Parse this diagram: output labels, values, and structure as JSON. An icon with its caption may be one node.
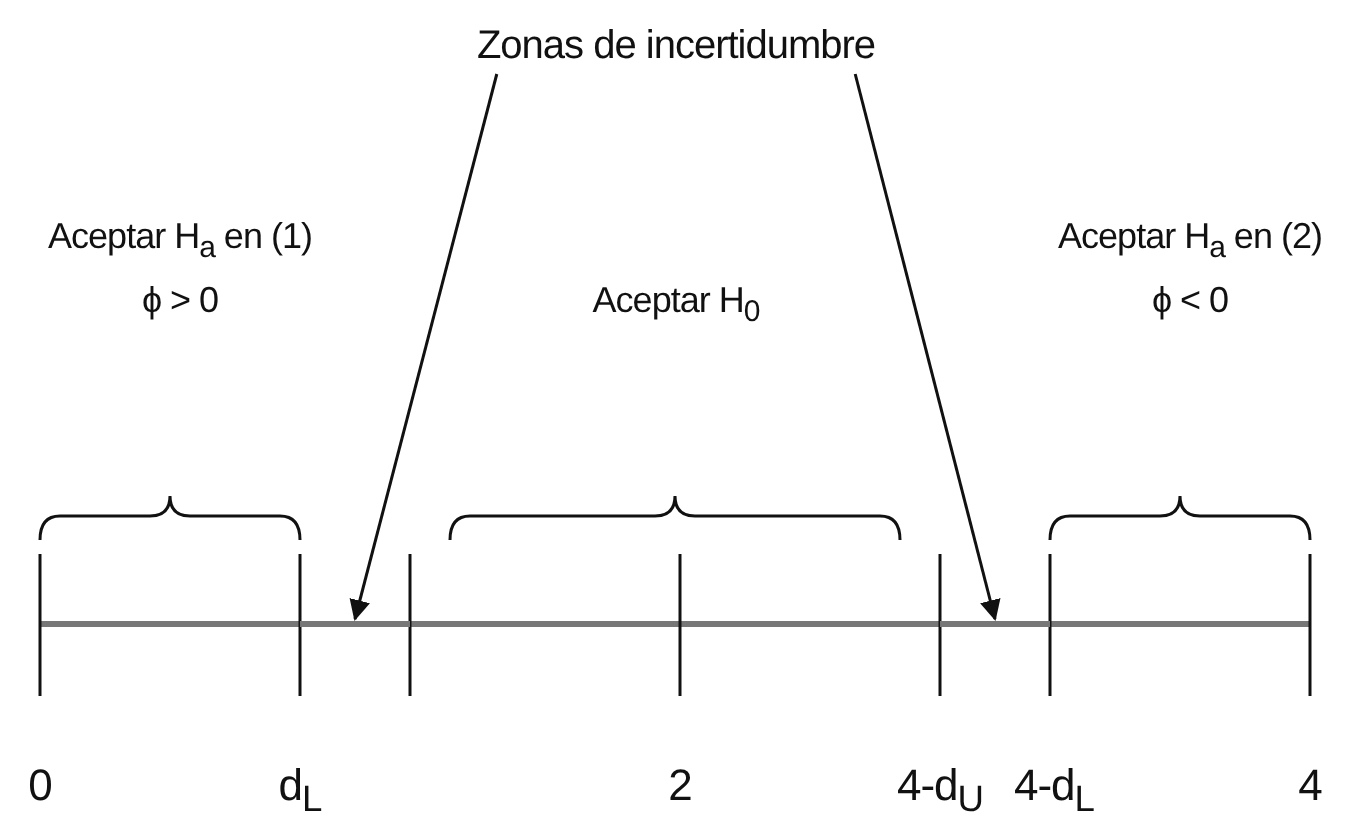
{
  "diagram": {
    "nodes": [
      {
        "text": [
          "Zonas de incertidumbre"
        ]
      },
      {
        "text": [],
        "shape": "bar"
      },
      {
        "text": [],
        "shape": "bar"
      }
    ],
    "edges": [
      {
        "from": 0,
        "to": 1,
        "arrow": "to"
      },
      {
        "from": 0,
        "to": 2,
        "arrow": "to"
      }
    ],
    "labels": [
      "Aceptar H$_{a}$ en (1)",
      "ϕ > 0",
      "Aceptar H$_{a}$ en (2)",
      "Aceptar H$_{0}$",
      "ϕ < 0",
      "0",
      "d$_{L}$",
      "2",
      "4-d$_{U}$",
      "4-d$_{L}$",
      "4"
    ]
  }
}
